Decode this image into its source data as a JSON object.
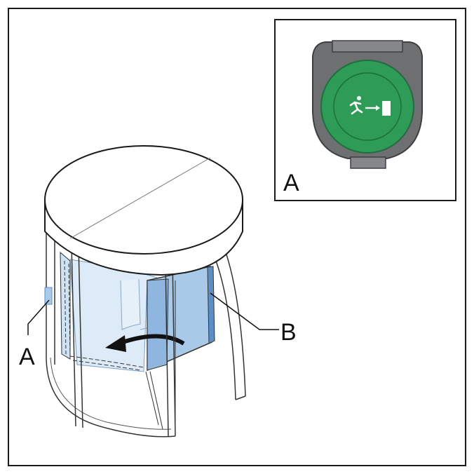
{
  "figure": {
    "labels": {
      "inset": "A",
      "button_callout": "A",
      "wing_callout": "B"
    },
    "colors": {
      "frame": "#1a1a1a",
      "glass_light": "#dcebf7",
      "glass_blue": "#a9c9e8",
      "glass_edge": "#5b8fc7",
      "button_housing": "#6d6f71",
      "button_green": "#2e9b57",
      "button_green_dark": "#1f6e3c"
    },
    "icons": [
      "emergency-exit-icon",
      "rotation-arrow-icon"
    ]
  }
}
